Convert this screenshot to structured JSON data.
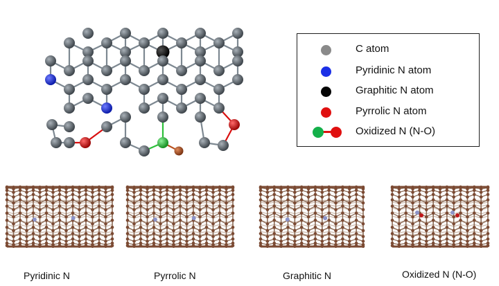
{
  "colors": {
    "carbon": "#6b747c",
    "carbon_dark": "#3e454b",
    "bond": "#7d8891",
    "pyridinic": "#1b2fe6",
    "graphitic": "#050505",
    "pyrrolic": "#d90f0f",
    "oxidized_n": "#2dbf3a",
    "oxygen_side": "#b8501e",
    "tube_atom": "#7b4a33",
    "tube_bond": "#8a6a55",
    "tube_bond_light": "#cbb8aa",
    "tube_n": "#8c93c8",
    "tube_o": "#c0161a"
  },
  "legend": {
    "items": [
      {
        "label": "C atom",
        "color": "#8a8a8a"
      },
      {
        "label": "Pyridinic N atom",
        "color": "#1b2fe6"
      },
      {
        "label": "Graphitic N atom",
        "color": "#050505"
      },
      {
        "label": "Pyrrolic N atom",
        "color": "#e01010"
      }
    ],
    "pair": {
      "label": "Oxidized N (N-O)",
      "color_a": "#14b04a",
      "color_b": "#e01010"
    }
  },
  "nanotubes": [
    {
      "label": "Pyridinic N",
      "dopant": "pyridinic"
    },
    {
      "label": "Pyrrolic N",
      "dopant": "pyrrolic"
    },
    {
      "label": "Graphitic N",
      "dopant": "graphitic"
    },
    {
      "label": "Oxidized N (N-O)",
      "dopant": "oxidized"
    }
  ]
}
